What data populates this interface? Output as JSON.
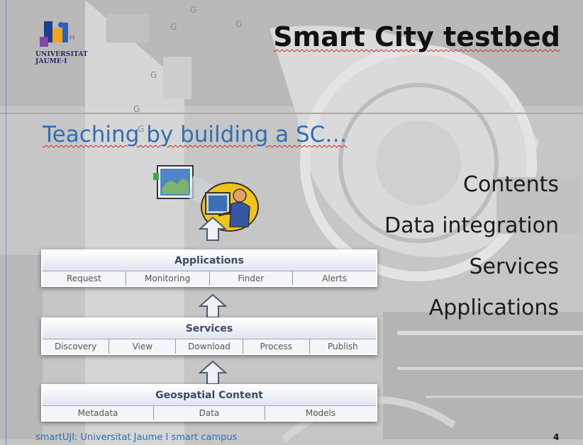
{
  "slide": {
    "logo": {
      "icon": "universitat-jaume-i-logo",
      "line1": "UNIVERSITAT",
      "line2": "JAUME·I"
    },
    "title": "Smart City testbed",
    "subtitle": "Teaching by building a SC…",
    "topics": [
      "Contents",
      "Data integration",
      "Services",
      "Applications"
    ],
    "layers": [
      {
        "name": "Applications",
        "items": [
          "Request",
          "Monitoring",
          "Finder",
          "Alerts"
        ]
      },
      {
        "name": "Services",
        "items": [
          "Discovery",
          "View",
          "Download",
          "Process",
          "Publish"
        ]
      },
      {
        "name": "Geospatial Content",
        "items": [
          "Metadata",
          "Data",
          "Models"
        ]
      }
    ],
    "footer": "smartUJI: Universitat Jaume I smart campus",
    "page_number": "4"
  },
  "colors": {
    "title_blue": "#2f6fb7",
    "layer_bg": "#eef1f5"
  }
}
